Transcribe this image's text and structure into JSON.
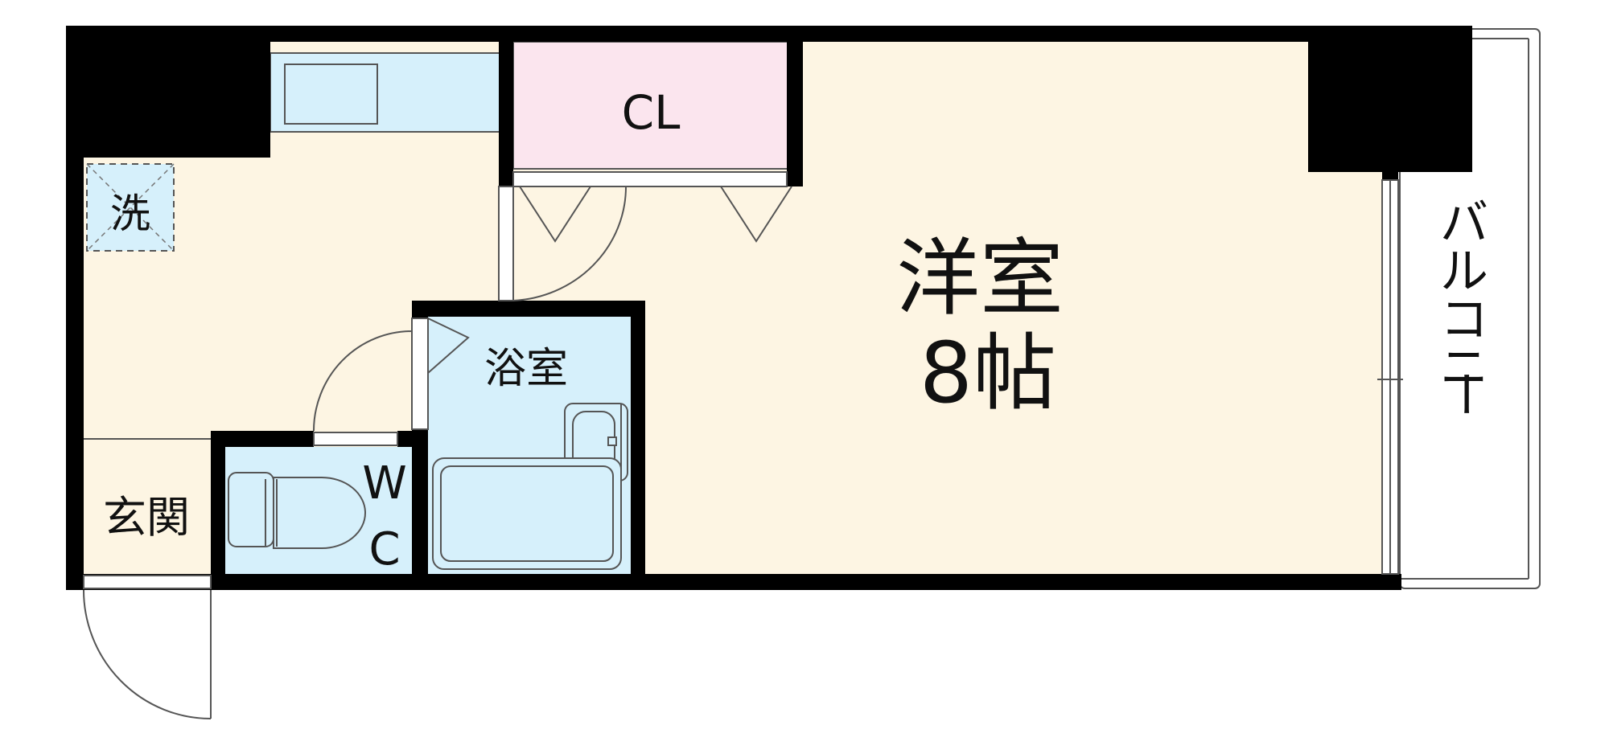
{
  "floor_plan": {
    "rooms": {
      "western_room": {
        "name": "洋室",
        "size": "8帖"
      },
      "closet": {
        "name": "CL"
      },
      "bathroom": {
        "name": "浴室"
      },
      "toilet": {
        "name_line1": "W",
        "name_line2": "C"
      },
      "entrance": {
        "name": "玄関"
      },
      "washer": {
        "name": "洗"
      },
      "balcony": {
        "name_chars": [
          "バ",
          "ル",
          "コ",
          "ニ",
          "ー"
        ]
      }
    },
    "colors": {
      "wall": "#000000",
      "western_room_fill": "#fdf5e3",
      "closet_fill": "#fbe5ee",
      "wet_area_fill": "#d6f0fb",
      "fixture_line": "#555555"
    }
  }
}
